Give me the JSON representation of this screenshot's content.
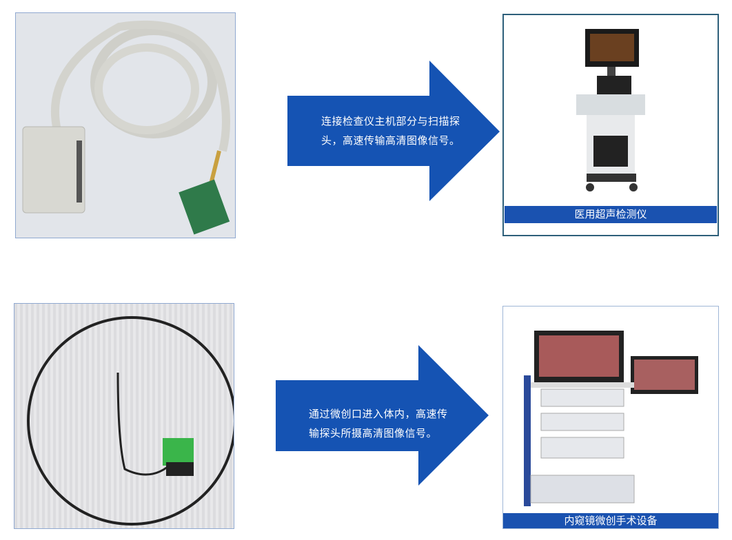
{
  "rows": [
    {
      "arrow_text_lines": [
        "连接检查仪主机部分与扫描探",
        "头，高速传输高清图像信号。"
      ],
      "caption": "医用超声检测仪"
    },
    {
      "arrow_text_lines": [
        "通过微创口进入体内，高速传",
        "输探头所摄高清图像信号。"
      ],
      "caption": "内窥镜微创手术设备"
    }
  ],
  "colors": {
    "arrow": "#1553b3",
    "caption_bar": "#1a52b0"
  }
}
